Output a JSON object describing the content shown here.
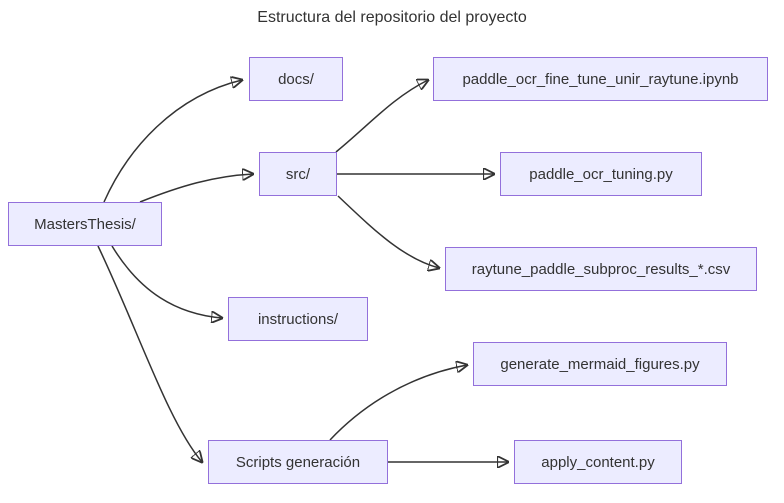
{
  "title": "Estructura del repositorio del proyecto",
  "diagram": {
    "type": "flowchart",
    "direction": "left-to-right",
    "nodes": [
      {
        "id": "root",
        "label": "MastersThesis/"
      },
      {
        "id": "docs",
        "label": "docs/"
      },
      {
        "id": "ipynb",
        "label": "paddle_ocr_fine_tune_unir_raytune.ipynb"
      },
      {
        "id": "src",
        "label": "src/"
      },
      {
        "id": "tuning",
        "label": "paddle_ocr_tuning.py"
      },
      {
        "id": "csv",
        "label": "raytune_paddle_subproc_results_*.csv"
      },
      {
        "id": "instructions",
        "label": "instructions/"
      },
      {
        "id": "generate",
        "label": "generate_mermaid_figures.py"
      },
      {
        "id": "scripts",
        "label": "Scripts generación"
      },
      {
        "id": "apply",
        "label": "apply_content.py"
      }
    ],
    "edges": [
      {
        "from": "root",
        "to": "docs"
      },
      {
        "from": "root",
        "to": "src"
      },
      {
        "from": "root",
        "to": "instructions"
      },
      {
        "from": "root",
        "to": "scripts"
      },
      {
        "from": "src",
        "to": "ipynb"
      },
      {
        "from": "src",
        "to": "tuning"
      },
      {
        "from": "src",
        "to": "csv"
      },
      {
        "from": "scripts",
        "to": "generate"
      },
      {
        "from": "scripts",
        "to": "apply"
      }
    ],
    "colors": {
      "background": "#ffffff",
      "node_fill": "#ECECFF",
      "node_border": "#9370DB",
      "edge": "#333333",
      "text": "#333333"
    }
  }
}
